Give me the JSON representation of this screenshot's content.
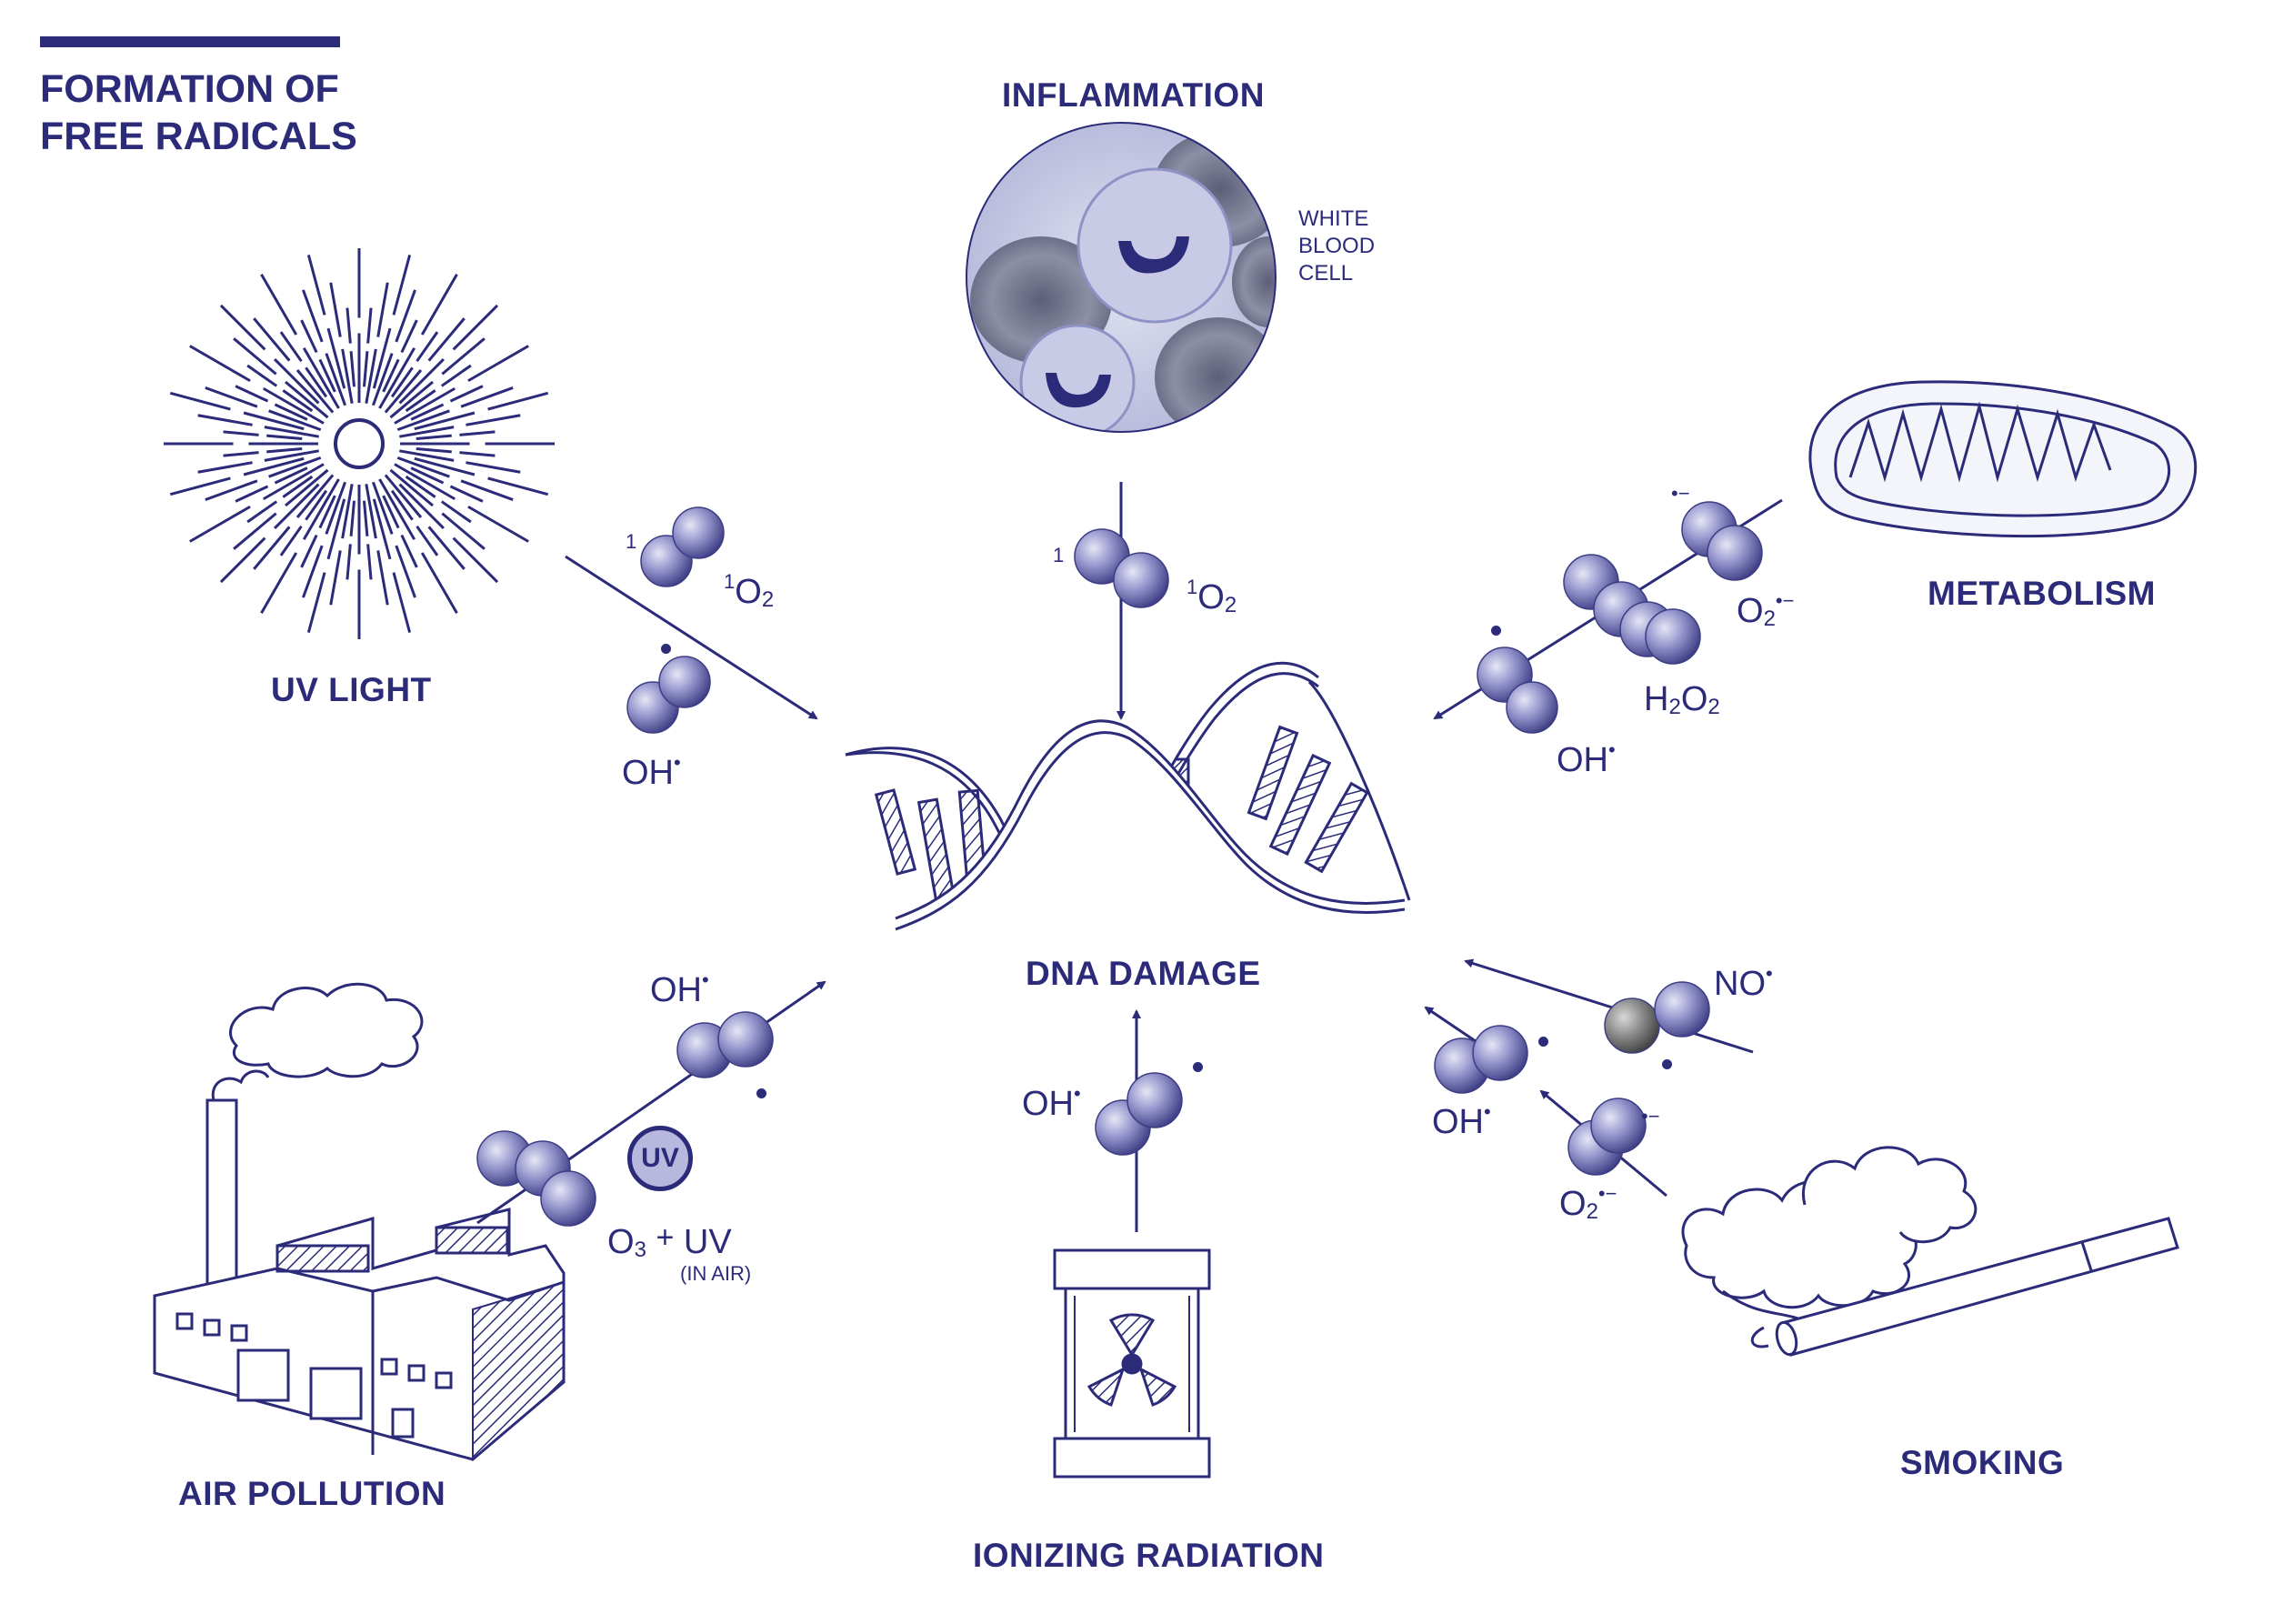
{
  "title": {
    "line1": "FORMATION OF",
    "line2": "FREE RADICALS"
  },
  "sources": {
    "uv_light": "UV LIGHT",
    "inflammation": "INFLAMMATION",
    "metabolism": "METABOLISM",
    "air_pollution": "AIR POLLUTION",
    "ionizing_radiation": "IONIZING RADIATION",
    "smoking": "SMOKING"
  },
  "center_label": "DNA DAMAGE",
  "white_blood_cell": {
    "line1": "WHITE",
    "line2": "BLOOD",
    "line3": "CELL"
  },
  "species": {
    "singlet_sup": "1",
    "o_letter": "O",
    "two": "2",
    "oh": "OH",
    "no": "NO",
    "h": "H",
    "superoxide_sup": "•−",
    "dot": "•",
    "o3": "O",
    "three": "3",
    "plus": "+",
    "uv": "UV",
    "in_air": "(IN AIR)",
    "uv_badge": "UV"
  },
  "colors": {
    "primary": "#2b2b7a",
    "molecule_fill": "#8c8cc2",
    "molecule_dark": "#4a4a8e",
    "grey_atom": "#7a7a7a"
  }
}
